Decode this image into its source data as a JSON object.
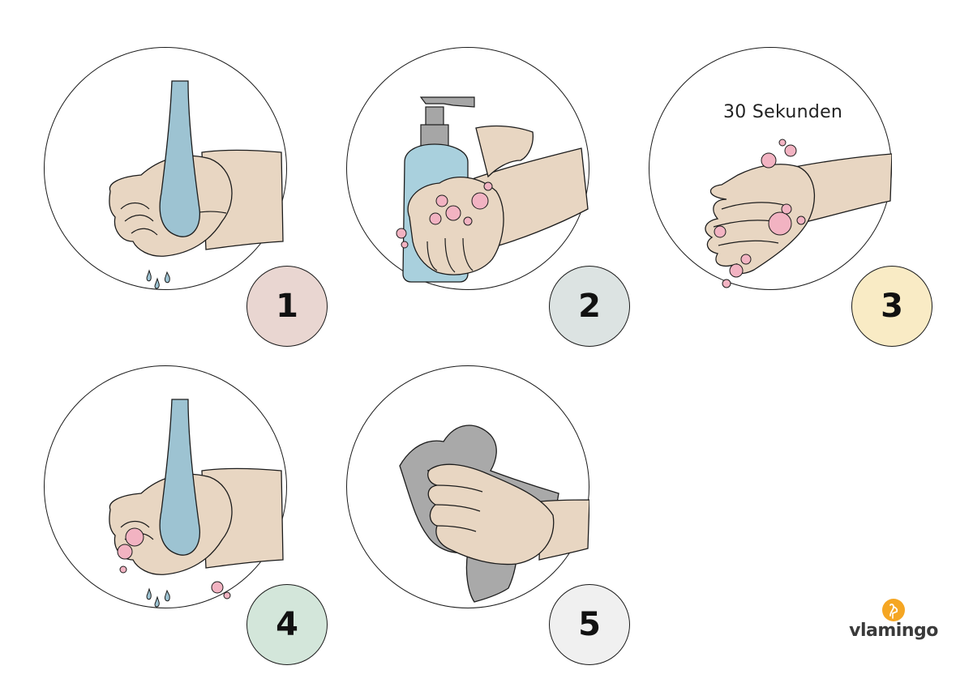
{
  "colors": {
    "skin": "#e8d6c2",
    "water": "#9dc3d2",
    "soap_bottle": "#a9d0dd",
    "pump": "#a6a6a6",
    "foam": "#f2b3c2",
    "towel": "#a9a9a9",
    "logo_orange": "#f5a623"
  },
  "steps": [
    {
      "number": "1",
      "badge_color": "#e9d6d1",
      "caption": "",
      "icon": "wet-hands-icon"
    },
    {
      "number": "2",
      "badge_color": "#dce3e2",
      "caption": "",
      "icon": "apply-soap-icon"
    },
    {
      "number": "3",
      "badge_color": "#f9ebc5",
      "caption": "30 Sekunden",
      "icon": "rub-hands-icon"
    },
    {
      "number": "4",
      "badge_color": "#d3e6da",
      "caption": "",
      "icon": "rinse-hands-icon"
    },
    {
      "number": "5",
      "badge_color": "#f0f0f0",
      "caption": "",
      "icon": "dry-hands-icon"
    }
  ],
  "logo": {
    "text": "vlamingo",
    "icon": "flamingo-logo-icon"
  }
}
